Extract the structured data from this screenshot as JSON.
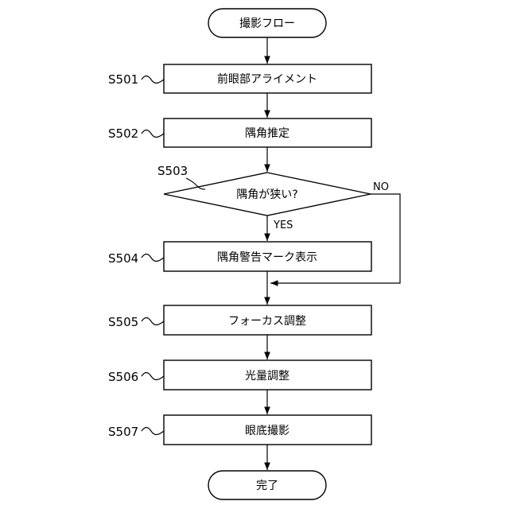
{
  "flow": {
    "start": "撮影フロー",
    "s501": {
      "step": "S501",
      "text": "前眼部アライメント"
    },
    "s502": {
      "step": "S502",
      "text": "隅角推定"
    },
    "s503": {
      "step": "S503",
      "text": "隅角が狭い?",
      "yes": "YES",
      "no": "NO"
    },
    "s504": {
      "step": "S504",
      "text": "隅角警告マーク表示"
    },
    "s505": {
      "step": "S505",
      "text": "フォーカス調整"
    },
    "s506": {
      "step": "S506",
      "text": "光量調整"
    },
    "s507": {
      "step": "S507",
      "text": "眼底撮影"
    },
    "end": "完了"
  }
}
